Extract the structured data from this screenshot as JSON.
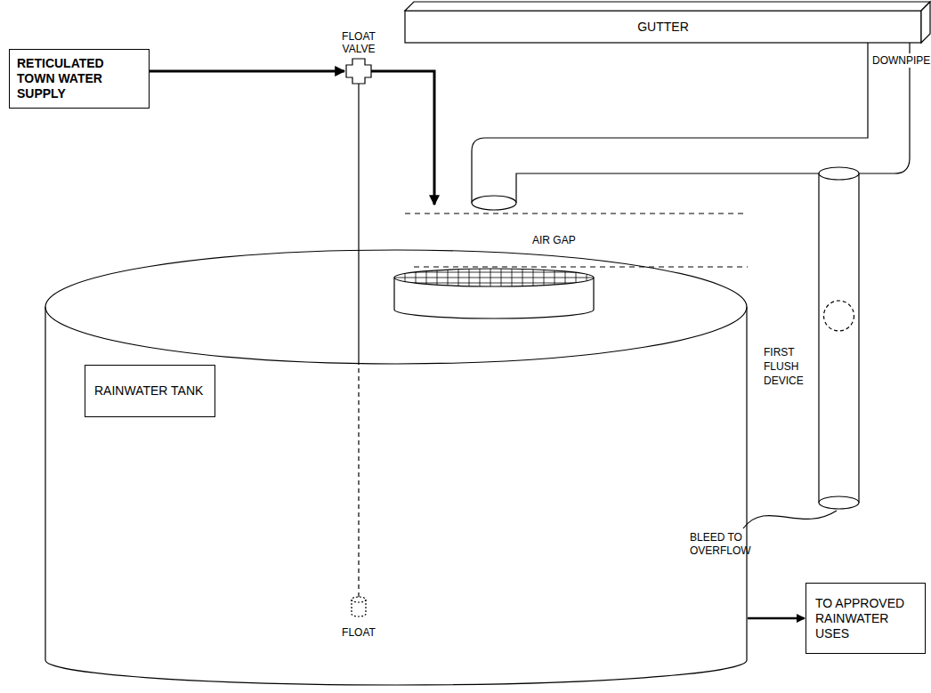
{
  "diagram": {
    "nodes": [
      {
        "text": [
          "GUTTER"
        ]
      },
      {
        "text": [
          "RETICULATED TOWN WATER SUPPLY"
        ]
      },
      {
        "text": [
          "RAINWATER TANK"
        ]
      },
      {
        "text": [
          "TO APPROVED RAINWATER USES"
        ]
      }
    ],
    "edges": [
      {
        "from": 2,
        "to": 3,
        "arrow": "to"
      }
    ],
    "labels": [
      "FLOAT VALVE",
      "DOWNPIPE",
      "AIR GAP",
      "FIRST FLUSH DEVICE",
      "BLEED TO OVERFLOW",
      "FLOAT"
    ]
  }
}
